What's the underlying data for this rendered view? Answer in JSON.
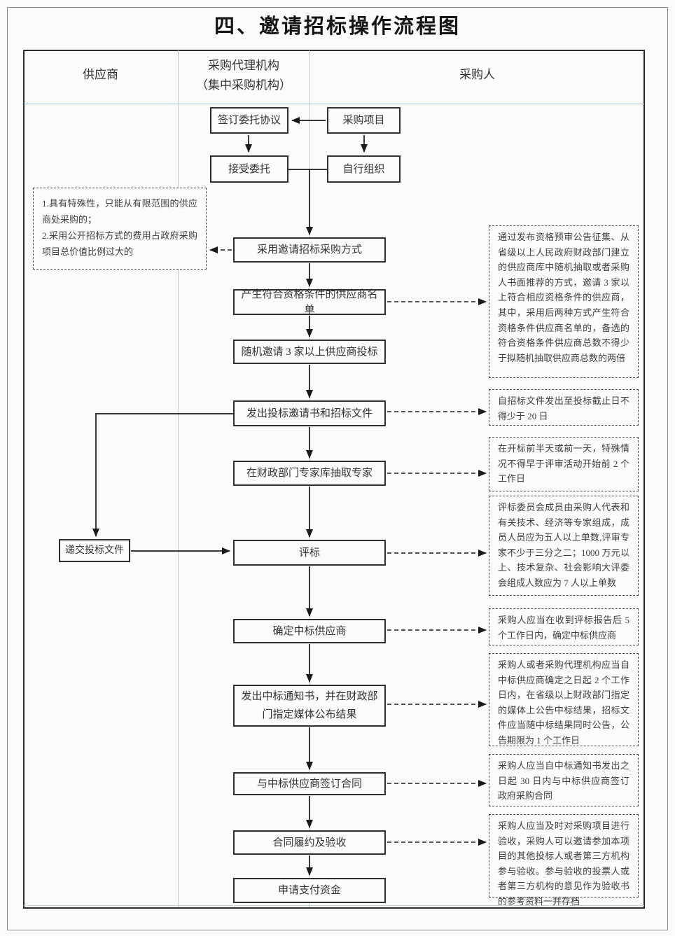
{
  "title": "四、邀请招标操作流程图",
  "lanes": {
    "supplier": "供应商",
    "agency_line1": "采购代理机构",
    "agency_line2": "（集中采购机构）",
    "purchaser": "采购人"
  },
  "boxes": {
    "sign_agreement": "签订委托协议",
    "procurement_project": "采购项目",
    "accept_entrustment": "接受委托",
    "self_organize": "自行组织",
    "invitation_method": "采用邀请招标采购方式",
    "qualified_supplier_list": "产生符合资格条件的供应商名单",
    "random_invite": "随机邀请 3 家以上供应商投标",
    "issue_invitation_docs": "发出投标邀请书和招标文件",
    "draw_experts": "在财政部门专家库抽取专家",
    "bid_evaluation": "评标",
    "determine_winning_supplier": "确定中标供应商",
    "issue_award_notice": "发出中标通知书，并在财政部门指定媒体公布结果",
    "sign_contract": "与中标供应商签订合同",
    "contract_performance": "合同履约及验收",
    "apply_payment": "申请支付资金",
    "submit_bid_docs": "递交投标文件"
  },
  "notes": {
    "left_condition_1": "1.具有特殊性，只能从有限范围的供应商处采购的；",
    "left_condition_2": "2.采用公开招标方式的费用占政府采购项目总价值比例过大的",
    "qualification_sources": "通过发布资格预审公告征集、从省级以上人民政府财政部门建立的供应商库中随机抽取或者采购人书面推荐的方式，邀请 3 家以上符合相应资格条件的供应商，其中，采用后两种方式产生符合资格条件供应商名单的，备选的符合资格条件供应商总数不得少于拟随机抽取供应商总数的两倍",
    "deadline_20_days": "自招标文件发出至投标截止日不得少于 20 日",
    "expert_timing": "在开标前半天或前一天，特殊情况不得早于评审活动开始前 2 个工作日",
    "committee_rules": "评标委员会成员由采购人代表和有关技术、经济等专家组成，成员人员应为五人以上单数,评审专家不少于三分之二；1000 万元以上、技术复杂、社会影响大评委会组成人数应为 7 人以上单数",
    "confirm_5_days": "采购人应当在收到评标报告后 5 个工作日内，确定中标供应商",
    "announce_result": "采购人或者采购代理机构应当自中标供应商确定之日起 2 个工作日内，在省级以上财政部门指定的媒体上公告中标结果，招标文件应当随中标结果同时公告，公告期限为 1 个工作日",
    "sign_within_30_days": "采购人应当自中标通知书发出之日起 30 日内与中标供应商签订政府采购合同",
    "acceptance_rules": "采购人应当及时对采购项目进行验收，采购人可以邀请参加本项目的其他投标人或者第三方机构参与验收。参与验收的投票人或者第三方机构的意见作为验收书的参考资料一并存档"
  }
}
